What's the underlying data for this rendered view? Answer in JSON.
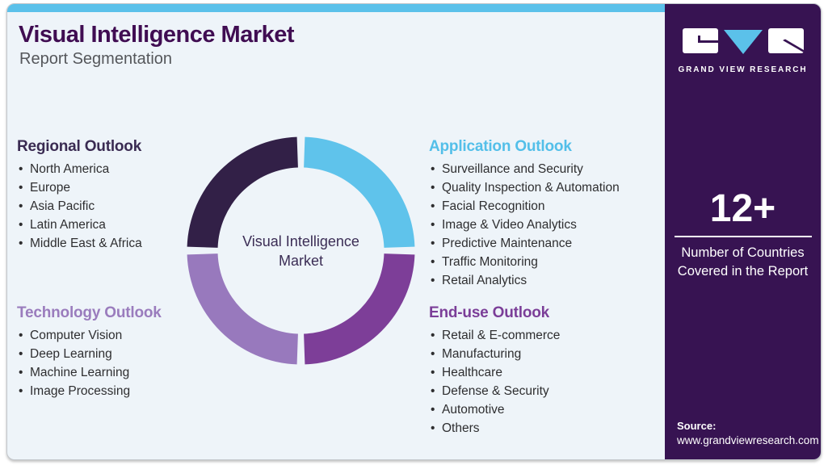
{
  "page": {
    "card_bg": "#eef4f9",
    "top_bar_color": "#5bc1ea",
    "sidebar_bg": "#371352"
  },
  "header": {
    "title": "Visual Intelligence Market",
    "subtitle": "Report Segmentation",
    "title_color": "#400d52"
  },
  "donut": {
    "center_label_line1": "Visual Intelligence",
    "center_label_line2": "Market",
    "segments": [
      {
        "name": "Application",
        "position": "top-right",
        "color": "#5fc3eb"
      },
      {
        "name": "End-use",
        "position": "bottom-right",
        "color": "#7d3e98"
      },
      {
        "name": "Technology",
        "position": "bottom-left",
        "color": "#9879bd"
      },
      {
        "name": "Regional",
        "position": "top-left",
        "color": "#322047"
      }
    ]
  },
  "outlooks": [
    {
      "title": "Regional Outlook",
      "color": "#3a2b52",
      "items": [
        "North America",
        "Europe",
        "Asia Pacific",
        "Latin America",
        "Middle East & Africa"
      ]
    },
    {
      "title": "Application Outlook",
      "color": "#53bfe9",
      "items": [
        "Surveillance and Security",
        "Quality Inspection & Automation",
        "Facial Recognition",
        "Image & Video Analytics",
        "Predictive Maintenance",
        "Traffic Monitoring",
        "Retail Analytics"
      ]
    },
    {
      "title": "Technology Outlook",
      "color": "#9a7cbd",
      "items": [
        "Computer Vision",
        "Deep Learning",
        "Machine Learning",
        "Image Processing"
      ]
    },
    {
      "title": "End-use Outlook",
      "color": "#7b3e98",
      "items": [
        "Retail & E-commerce",
        "Manufacturing",
        "Healthcare",
        "Defense & Security",
        "Automotive",
        "Others"
      ]
    }
  ],
  "sidebar": {
    "logo_text": "GRAND VIEW RESEARCH",
    "stat_value": "12+",
    "stat_caption_line1": "Number of Countries",
    "stat_caption_line2": "Covered in the Report",
    "source_label": "Source:",
    "source_url": "www.grandviewresearch.com"
  }
}
